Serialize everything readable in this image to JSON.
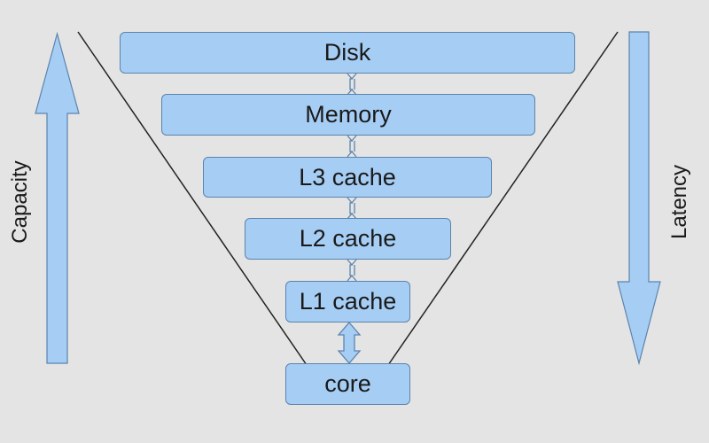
{
  "levels": [
    {
      "id": "disk",
      "label": "Disk"
    },
    {
      "id": "memory",
      "label": "Memory"
    },
    {
      "id": "l3",
      "label": "L3 cache"
    },
    {
      "id": "l2",
      "label": "L2 cache"
    },
    {
      "id": "l1",
      "label": "L1 cache"
    },
    {
      "id": "core",
      "label": "core"
    }
  ],
  "left_axis": {
    "label": "Capacity",
    "direction": "up"
  },
  "right_axis": {
    "label": "Latency",
    "direction": "down"
  },
  "colors": {
    "background": "#e4e4e4",
    "box_fill": "#a6cdf4",
    "box_border": "#5b84ad",
    "line": "#222222"
  }
}
